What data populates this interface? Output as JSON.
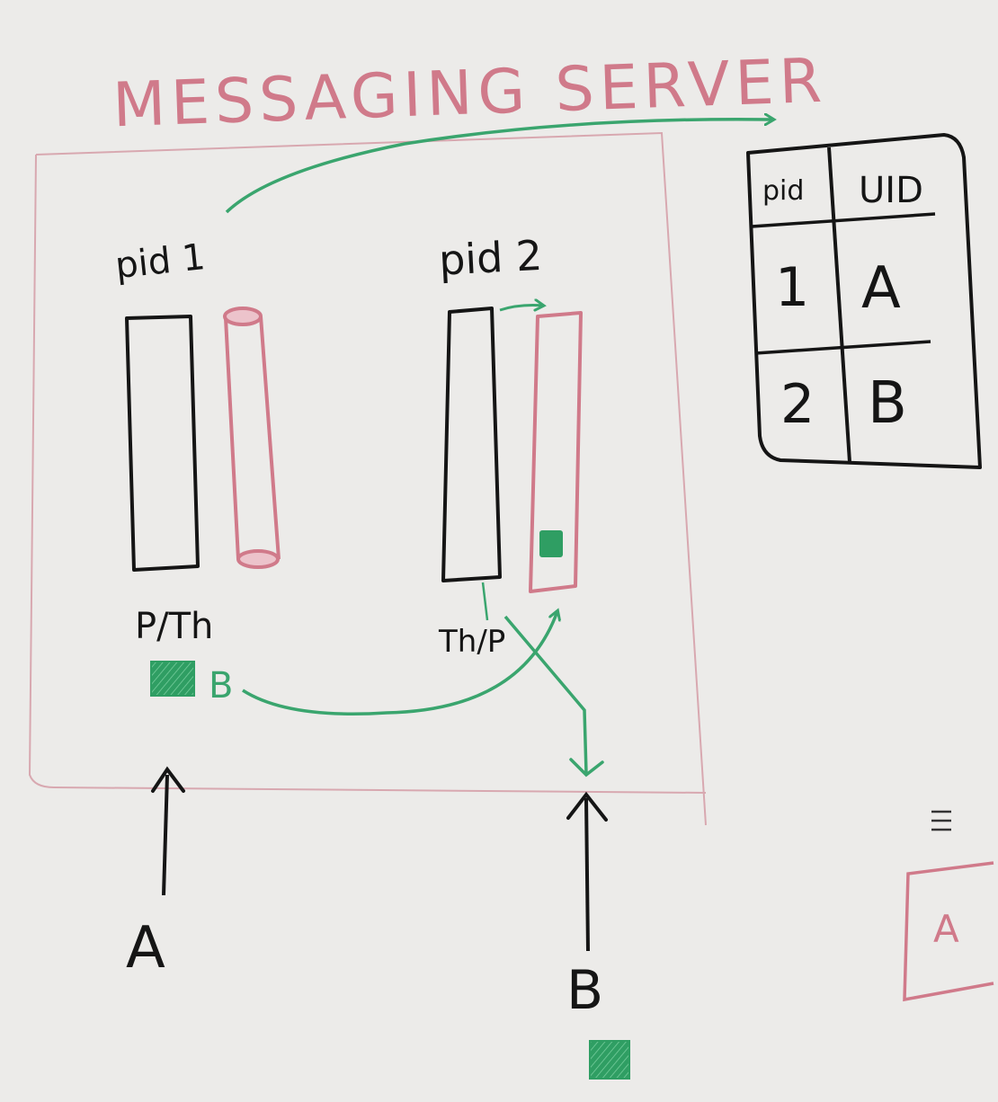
{
  "title": "MESSAGING SERVER",
  "process1": {
    "label": "pid 1",
    "type_label": "P/Th",
    "message_label": "B"
  },
  "process2": {
    "label": "pid 2",
    "type_label": "Th/P"
  },
  "clients": {
    "a": "A",
    "b": "B"
  },
  "table": {
    "headers": [
      "pid",
      "UID"
    ],
    "rows": [
      [
        "1",
        "A"
      ],
      [
        "2",
        "B"
      ]
    ]
  },
  "side_note": {
    "label": "A"
  },
  "colors": {
    "pink": "#d07a8a",
    "green": "#3aa56e",
    "black": "#151515",
    "board": "#ecebe9"
  }
}
